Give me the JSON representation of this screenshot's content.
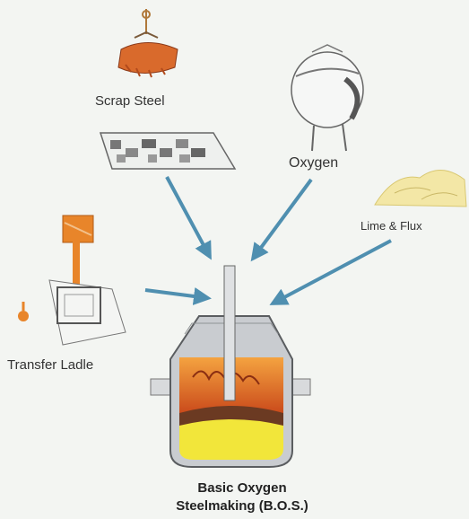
{
  "inputs": {
    "scrap_steel": "Scrap Steel",
    "oxygen": "Oxygen",
    "lime_flux": "Lime & Flux",
    "transfer_ladle": "Transfer Ladle"
  },
  "process": {
    "title_line1": "Basic Oxygen",
    "title_line2": "Steelmaking (B.O.S.)"
  },
  "colors": {
    "arrow": "#4f8fb0",
    "slag": "#e26a1c",
    "metal": "#f2e63a",
    "vessel": "#c9ccd0",
    "ladle": "#e8852a"
  }
}
